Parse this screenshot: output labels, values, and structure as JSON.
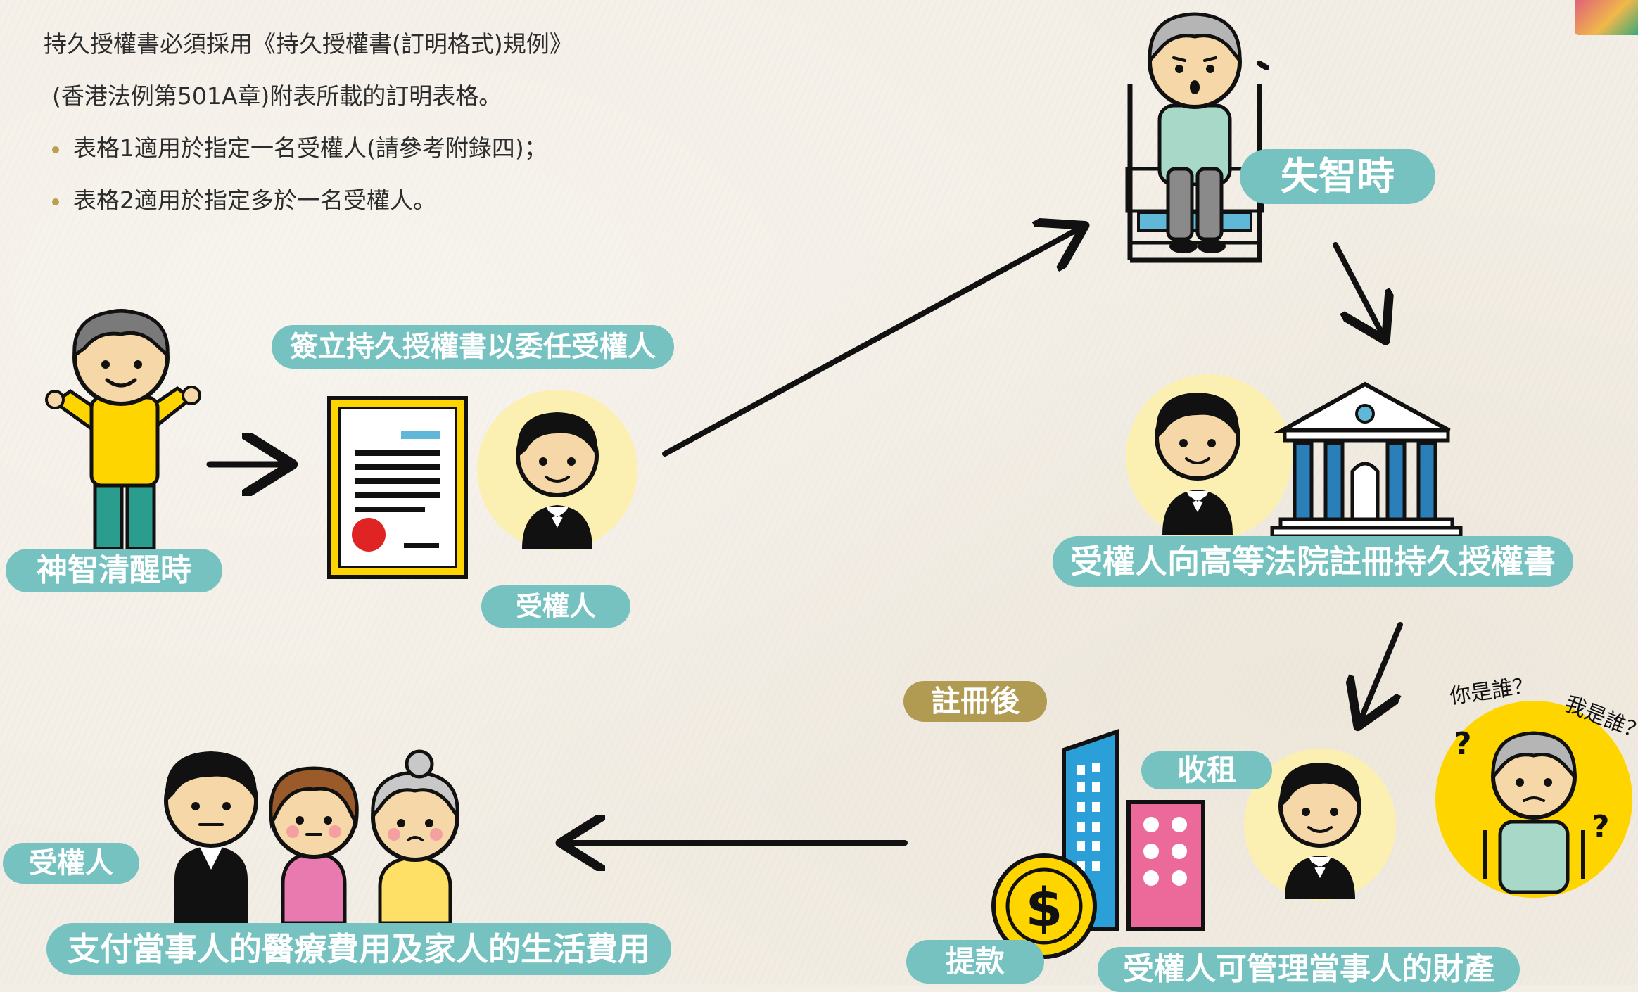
{
  "intro": {
    "line1": "持久授權書必須採用《持久授權書(訂明格式)規例》",
    "line2": "(香港法例第501A章)附表所載的訂明表格。",
    "bullet1": "表格1適用於指定一名受權人(請參考附錄四)；",
    "bullet2": "表格2適用於指定多於一名受權人。"
  },
  "labels": {
    "lucid": "神智清醒時",
    "sign_epa": "簽立持久授權書以委任受權人",
    "attorney": "受權人",
    "incapable": "失智時",
    "register": "受權人向高等法院註冊持久授權書",
    "after_register": "註冊後",
    "collect_rent": "收租",
    "withdraw": "提款",
    "manage_property": "受權人可管理當事人的財產",
    "attorney2": "受權人",
    "pay_expenses": "支付當事人的醫療費用及家人的生活費用",
    "who_are_you": "你是誰？",
    "who_am_i": "我是誰？"
  },
  "colors": {
    "teal": "#75c2c1",
    "gold": "#b19b52",
    "yellow": "#ffd500",
    "skin": "#f6d7a7",
    "hair": "#7a7a7a",
    "background": "#f3eee5"
  },
  "icons": [
    "elderly-man-icon",
    "document-icon",
    "attorney-icon",
    "wheelchair-elder-icon",
    "court-building-icon",
    "building-icon",
    "coin-icon",
    "family-icon",
    "confused-elder-icon"
  ]
}
